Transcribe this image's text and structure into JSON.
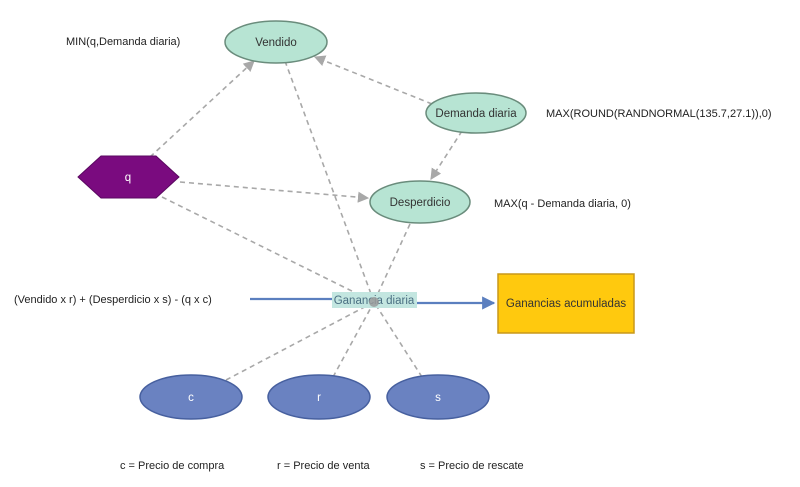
{
  "nodes": {
    "vendido": {
      "label": "Vendido"
    },
    "demanda": {
      "label": "Demanda diaria"
    },
    "q": {
      "label": "q"
    },
    "desperdicio": {
      "label": "Desperdicio"
    },
    "ganancia": {
      "label": "Ganancia diaria"
    },
    "acumuladas": {
      "label": "Ganancias acumuladas"
    },
    "c": {
      "label": "c"
    },
    "r": {
      "label": "r"
    },
    "s": {
      "label": "s"
    }
  },
  "formulas": {
    "vendido": "MIN(q,Demanda diaria)",
    "demanda": "MAX(ROUND(RANDNORMAL(135.7,27.1)),0)",
    "desperdicio": "MAX(q - Demanda diaria, 0)",
    "ganancia": "(Vendido x r) + (Desperdicio x s) - (q x c)"
  },
  "legend": {
    "c": "c = Precio de compra",
    "r": "r = Precio de venta",
    "s": "s = Precio de rescate"
  },
  "colors": {
    "green_fill": "#b7e4d3",
    "green_stroke": "#6a8c7c",
    "purple_fill": "#7a0b7f",
    "blue_fill": "#6a82c1",
    "blue_stroke": "#47609f",
    "yellow_fill": "#ffc90e",
    "yellow_stroke": "#c8981a",
    "dashed_edge": "#a8a8a8",
    "flow_edge": "#5b7fbf",
    "label_highlight": "#c3e6e0"
  }
}
